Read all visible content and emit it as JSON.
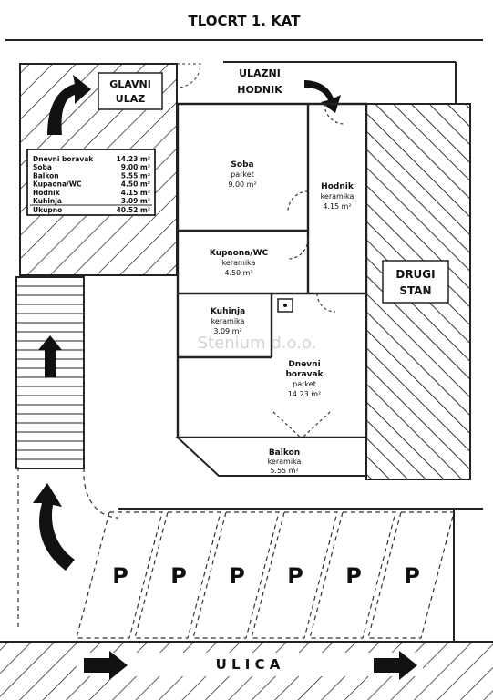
{
  "title": "TLOCRT 1. KAT",
  "labels": {
    "glavni_ulaz": [
      "GLAVNI",
      "ULAZ"
    ],
    "ulazni_hodnik": [
      "ULAZNI",
      "HODNIK"
    ],
    "drugi_stan": [
      "DRUGI",
      "STAN"
    ],
    "ulica": "U L I C A",
    "parking": "P"
  },
  "rooms": {
    "soba": {
      "name": "Soba",
      "material": "parket",
      "area": "9.00 m²"
    },
    "hodnik": {
      "name": "Hodnik",
      "material": "keramika",
      "area": "4.15 m²"
    },
    "kupaona": {
      "name": "Kupaona/WC",
      "material": "keramika",
      "area": "4.50 m²"
    },
    "kuhinja": {
      "name": "Kuhinja",
      "material": "keramika",
      "area": "3.09 m²"
    },
    "dnevni": {
      "name": [
        "Dnevni",
        "boravak"
      ],
      "material": "parket",
      "area": "14.23 m²"
    },
    "balkon": {
      "name": "Balkon",
      "material": "keramika",
      "area": "5.55 m²"
    }
  },
  "area_table": {
    "rows": [
      {
        "name": "Dnevni boravak",
        "area": "14.23 m²"
      },
      {
        "name": "Soba",
        "area": "9.00 m²"
      },
      {
        "name": "Balkon",
        "area": "5.55 m²"
      },
      {
        "name": "Kupaona/WC",
        "area": "4.50 m²"
      },
      {
        "name": "Hodnik",
        "area": "4.15 m²"
      },
      {
        "name": "Kuhinja",
        "area": "3.09 m²"
      }
    ],
    "total": {
      "name": "Ukupno",
      "area": "40.52 m²"
    }
  },
  "watermark": "Stenium d.o.o.",
  "parking_count": 6
}
